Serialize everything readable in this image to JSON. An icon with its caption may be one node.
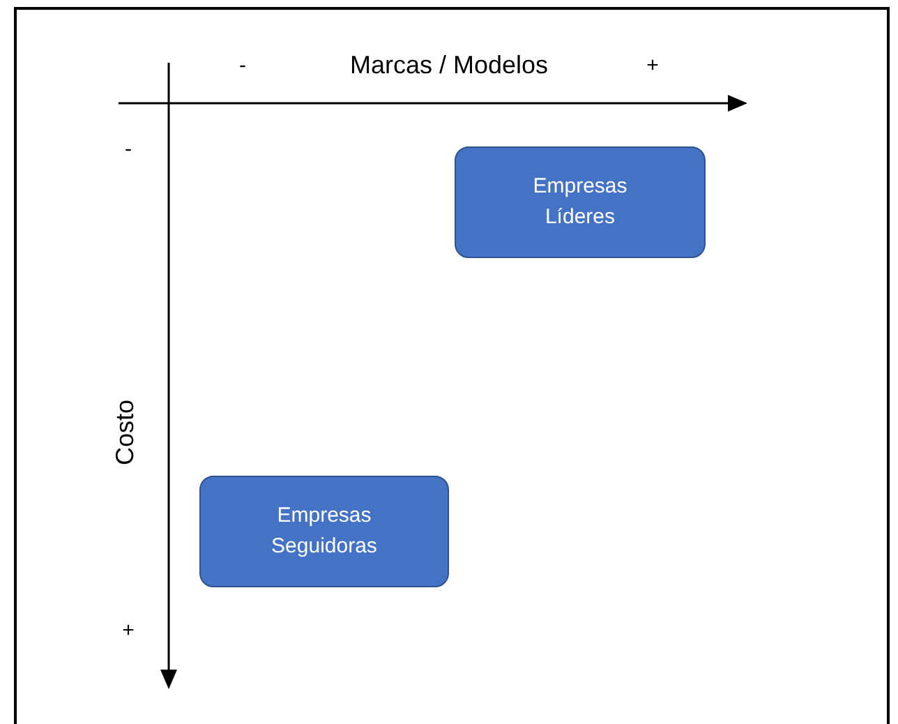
{
  "diagram": {
    "nodes": [
      {
        "text": [
          "Empresas Líderes"
        ]
      },
      {
        "text": [
          "Empresas Seguidoras"
        ]
      }
    ],
    "labels": [
      "-",
      "Marcas / Modelos",
      "+",
      "-",
      "Costo",
      "+"
    ]
  }
}
